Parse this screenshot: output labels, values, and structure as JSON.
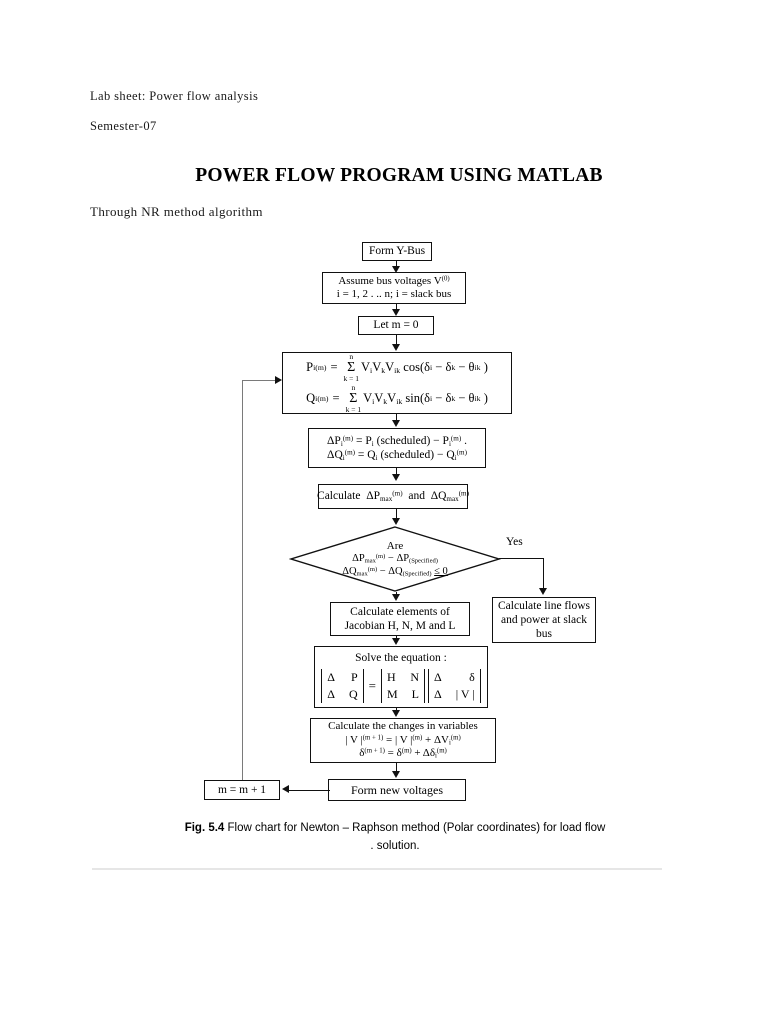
{
  "document": {
    "header_line_1": "Lab sheet: Power flow analysis",
    "header_line_2": "Semester-07",
    "title": "POWER FLOW PROGRAM USING MATLAB",
    "subtitle": "Through NR method algorithm",
    "caption_prefix": "Fig. 5.4",
    "caption_text": "Flow chart for Newton – Raphson method (Polar coordinates) for load flow",
    "caption_text_line2": ". solution."
  },
  "flowchart": {
    "type": "flowchart",
    "branch_label_yes": "Yes",
    "nodes": [
      {
        "id": "form-y-bus",
        "shape": "process",
        "lines": [
          "Form Y-Bus"
        ]
      },
      {
        "id": "assume-bus-voltages",
        "shape": "process",
        "lines": [
          "Assume bus voltages V(0)",
          "i = 1, 2 , .. n; i = slack bus"
        ]
      },
      {
        "id": "let-m-zero",
        "shape": "process",
        "lines": [
          "Let m = 0"
        ]
      },
      {
        "id": "compute-p-q",
        "shape": "process",
        "lines": [
          "P i (m) = Σ k=1..n  V i V k V ik cos( δ i − δ k − θ ik )",
          "Q i (m) = Σ k=1..n  V i V k V ik sin( δ i − δ k − θ ik )"
        ]
      },
      {
        "id": "compute-mismatch",
        "shape": "process",
        "lines": [
          "ΔP i (m) = P i (scheduled) − P i (m) .",
          "ΔQ i (m) = Q i (scheduled) − Q i (m)"
        ]
      },
      {
        "id": "calculate-max-mismatch",
        "shape": "process",
        "lines": [
          "Calculate ΔP max (m) and ΔQ max (m)"
        ]
      },
      {
        "id": "convergence-test",
        "shape": "decision",
        "lines": [
          "Are",
          "ΔP max (m) − ΔP (Specified)",
          "ΔQ max (m) − ΔQ (Specified) ≤ 0"
        ]
      },
      {
        "id": "calculate-line-flows",
        "shape": "process",
        "lines": [
          "Calculate line flows",
          "and power at slack",
          "bus"
        ]
      },
      {
        "id": "calculate-jacobian",
        "shape": "process",
        "lines": [
          "Calculate elements of",
          "Jacobian H, N, M and L"
        ]
      },
      {
        "id": "solve-equation",
        "shape": "process",
        "lines": [
          "Solve the equation :",
          "[Δ P ; Δ Q] = [H N ; M L] [Δ δ ; Δ |V|]"
        ]
      },
      {
        "id": "calculate-changes",
        "shape": "process",
        "lines": [
          "Calculate the changes in variables",
          "| V |(m + 1) = | V |(m) + ΔV i (m)",
          "δ(m + 1) = δ(m) + Δδ i (m)"
        ]
      },
      {
        "id": "form-new-voltages",
        "shape": "process",
        "lines": [
          "Form new voltages"
        ]
      },
      {
        "id": "increment-m",
        "shape": "process",
        "lines": [
          "m = m + 1"
        ]
      }
    ]
  },
  "labels": {
    "form_y_bus": "Form Y-Bus",
    "assume_l1_a": "Assume bus voltages V",
    "assume_l1_sup": "(0)",
    "assume_l2": "i = 1, 2 .  .. n; i = slack bus",
    "let_m": "Let m = 0",
    "p_var": "P",
    "q_var": "Q",
    "sub_i": "i",
    "sup_m": "(m)",
    "eq": "=",
    "sum_top": "n",
    "sum_sigma": "Σ",
    "sum_bot": "k = 1",
    "p_body": "V",
    "p_rest_cos": "cos(δ",
    "p_rest_mid": "− δ",
    "p_rest_end": "− θ",
    "sin_word": "sin(δ",
    "mismatch_p": "ΔP",
    "mismatch_q": "ΔQ",
    "scheduled": "(scheduled)",
    "minus": "−",
    "calc_word": "Calculate",
    "and_word": "and",
    "sub_max": "max",
    "are": "Are",
    "specified": "(Specified)",
    "le_zero": "≤ 0",
    "yes": "Yes",
    "line_flows_l1": "Calculate line flows",
    "line_flows_l2": "and power at slack",
    "line_flows_l3": "bus",
    "jacobian_l1": "Calculate elements of",
    "jacobian_l2": "Jacobian H, N, M and L",
    "solve_title": "Solve the equation :",
    "m_delta": "Δ",
    "m_P": "P",
    "m_Q": "Q",
    "m_H": "H",
    "m_N": "N",
    "m_M": "M",
    "m_L": "L",
    "m_delta2": "Δ",
    "m_deltasym": "δ",
    "m_absV": "| V |",
    "changes_l1": "Calculate the changes in variables",
    "changes_l2_a": "| V |",
    "changes_l2_sup1": "(m + 1)",
    "changes_l2_b": "= | V |",
    "changes_l2_sup2": "(m)",
    "changes_l2_c": "+ ΔV",
    "changes_l2_sub": "i",
    "changes_l2_sup3": "(m)",
    "changes_l3_a": "δ",
    "changes_l3_sup1": "(m + 1)",
    "changes_l3_b": "= δ",
    "changes_l3_sup2": "(m)",
    "changes_l3_c": "+ Δδ",
    "changes_l3_sub": "i",
    "changes_l3_sup3": "(m)",
    "form_new_voltages": "Form new voltages",
    "increment_m": "m = m + 1"
  },
  "colors": {
    "ink": "#111111",
    "paper": "#ffffff",
    "loop_line": "#7a7a7a"
  }
}
